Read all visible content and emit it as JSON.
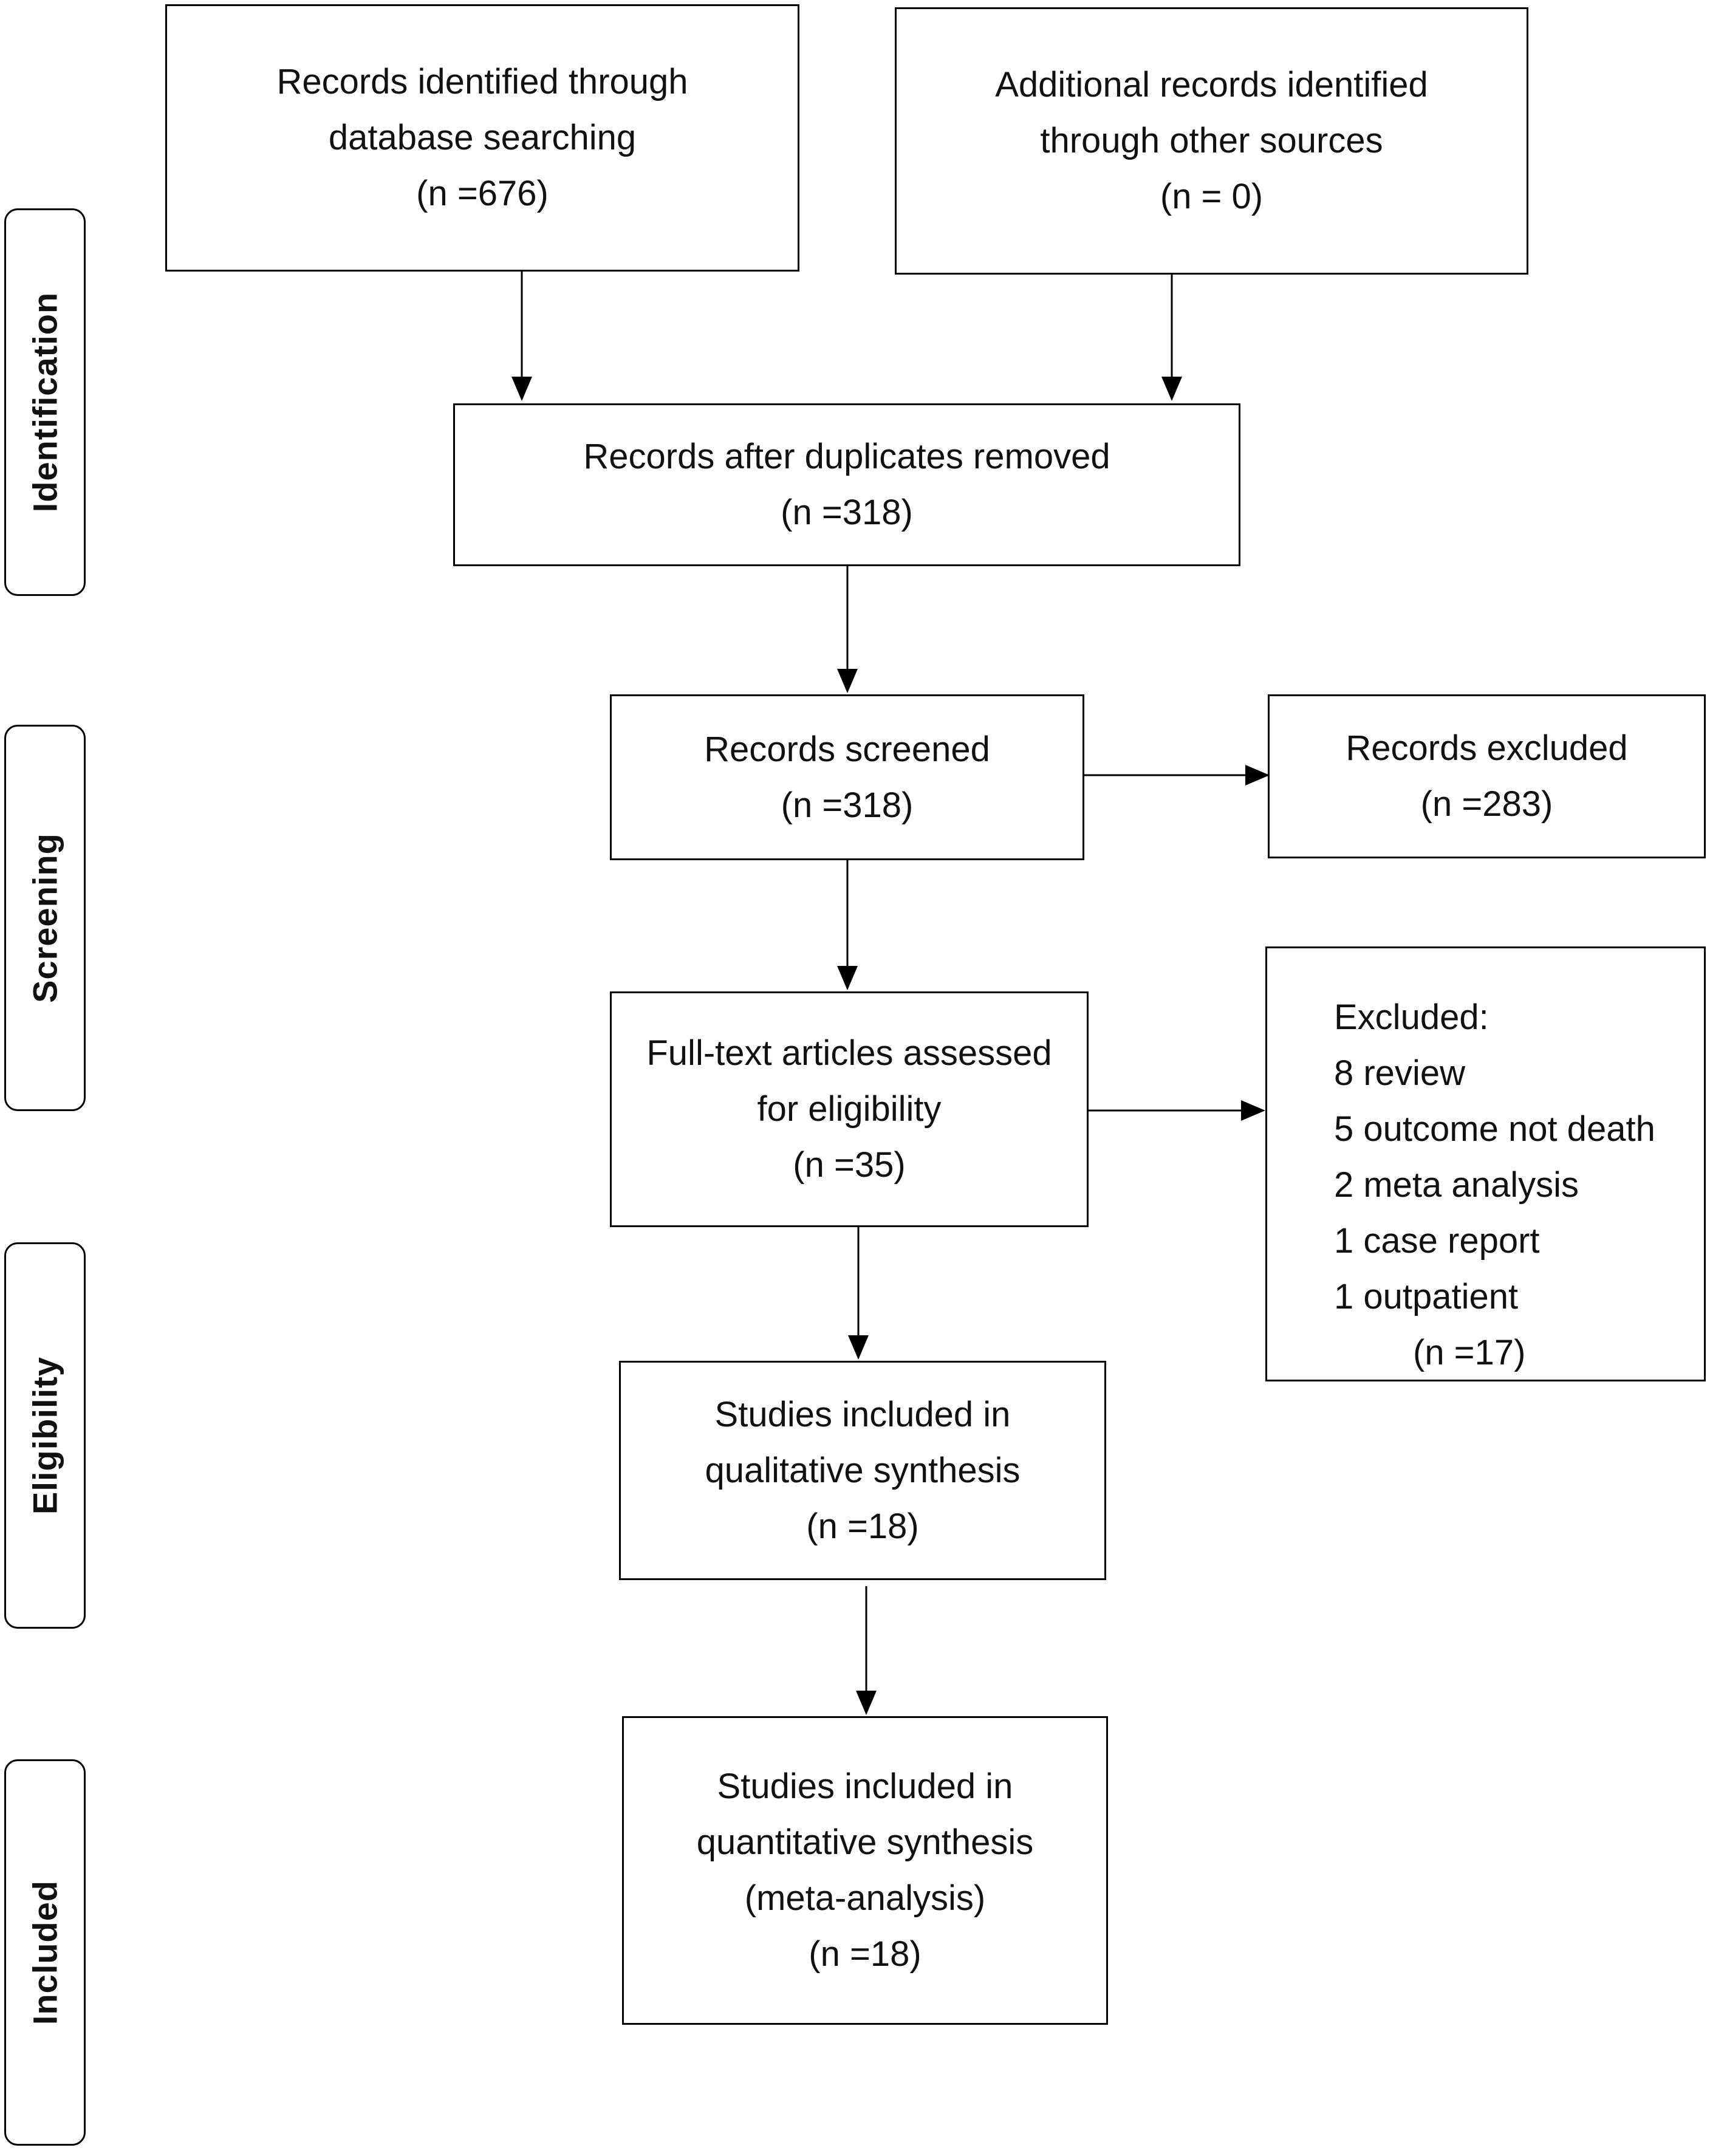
{
  "stages": {
    "identification": "Identification",
    "screening": "Screening",
    "eligibility": "Eligibility",
    "included": "Included"
  },
  "boxes": {
    "database_search": {
      "lines": [
        "Records identified through",
        "database searching",
        "(n =676)"
      ]
    },
    "other_sources": {
      "lines": [
        "Additional records identified",
        "through other sources",
        "(n = 0)"
      ]
    },
    "duplicates_removed": {
      "lines": [
        "Records after duplicates removed",
        "(n =318)"
      ]
    },
    "screened": {
      "lines": [
        "Records screened",
        "(n =318)"
      ]
    },
    "excluded_records": {
      "lines": [
        "Records excluded",
        "(n =283)"
      ]
    },
    "full_text": {
      "lines": [
        "Full-text articles assessed",
        "for eligibility",
        "(n =35)"
      ]
    },
    "excluded_full_text": {
      "lines": [
        "Excluded:",
        "8 review",
        "5 outcome not death",
        "2 meta analysis",
        "1 case report",
        "1 outpatient",
        "(n =17)"
      ]
    },
    "qualitative": {
      "lines": [
        "Studies included in",
        "qualitative synthesis",
        "(n =18)"
      ]
    },
    "quantitative": {
      "lines": [
        "Studies included in",
        "quantitative synthesis",
        "(meta-analysis)",
        "(n =18)"
      ]
    }
  }
}
